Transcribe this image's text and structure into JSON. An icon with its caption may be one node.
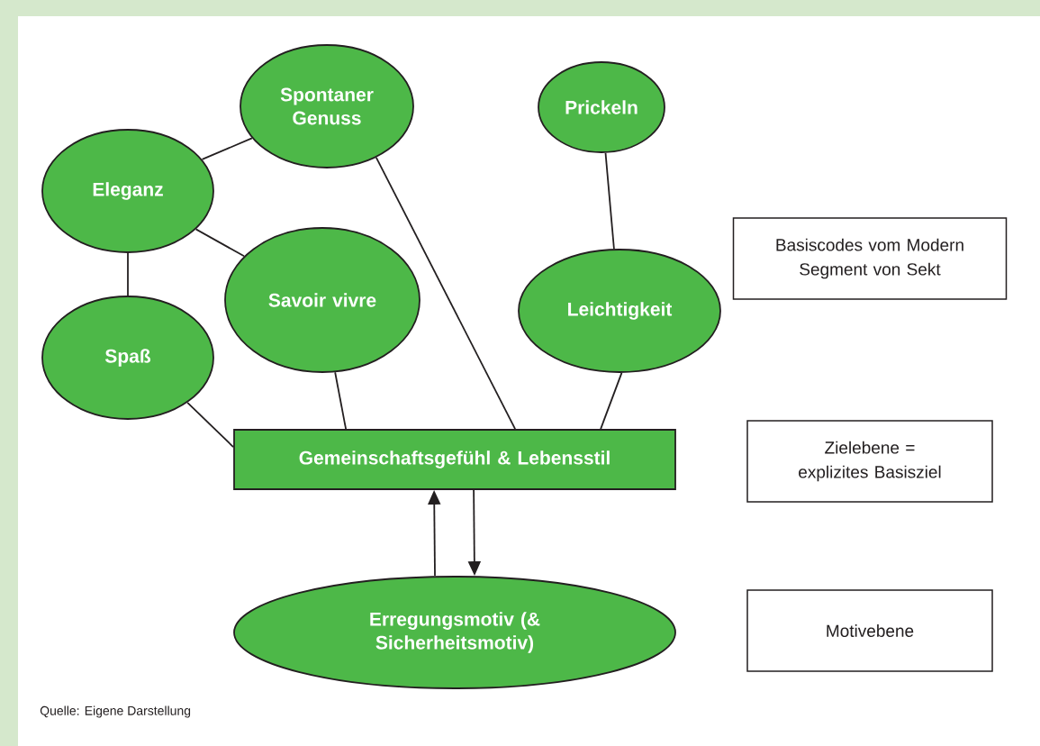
{
  "diagram": {
    "caption": "Quelle: Eigene Darstellung",
    "nodes": [
      {
        "text": [
          "Spontaner Genuss"
        ]
      },
      {
        "text": [
          "Prickeln"
        ]
      },
      {
        "text": [
          "Eleganz"
        ]
      },
      {
        "text": [
          "Savoir vivre"
        ]
      },
      {
        "text": [
          "Leichtigkeit"
        ]
      },
      {
        "text": [
          "Spaß"
        ]
      },
      {
        "text": [
          "Gemeinschaftsgefühl & Lebensstil"
        ]
      },
      {
        "text": [
          "Erregungsmotiv (& Sicherheitsmotiv)"
        ]
      },
      {
        "text": [
          "Basiscodes vom Modern Segment von Sekt"
        ]
      },
      {
        "text": [
          "Zielebene = explizites Basisziel"
        ]
      },
      {
        "text": [
          "Motivebene"
        ]
      }
    ],
    "edges": [
      {
        "from": 2,
        "to": 0,
        "arrow": "none"
      },
      {
        "from": 2,
        "to": 3,
        "arrow": "none"
      },
      {
        "from": 2,
        "to": 5,
        "arrow": "none"
      },
      {
        "from": 0,
        "to": 6,
        "arrow": "none"
      },
      {
        "from": 1,
        "to": 4,
        "arrow": "none"
      },
      {
        "from": 3,
        "to": 6,
        "arrow": "none"
      },
      {
        "from": 4,
        "to": 6,
        "arrow": "none"
      },
      {
        "from": 5,
        "to": 6,
        "arrow": "none"
      },
      {
        "from": 7,
        "to": 6,
        "arrow": "to"
      },
      {
        "from": 6,
        "to": 7,
        "arrow": "to"
      }
    ]
  }
}
